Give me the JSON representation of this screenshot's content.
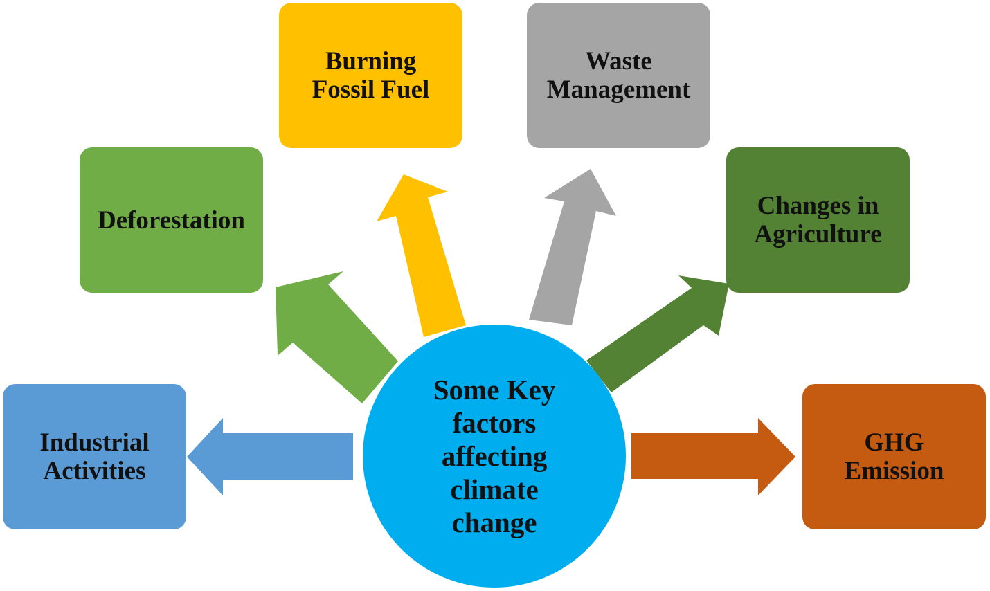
{
  "hub": {
    "lines": [
      "Some Key",
      "factors",
      "affecting",
      "climate",
      "change"
    ],
    "color": "#00AEEF"
  },
  "factors": [
    {
      "id": "industrial",
      "lines": [
        "Industrial",
        "Activities"
      ],
      "color": "#5B9BD5"
    },
    {
      "id": "deforestation",
      "lines": [
        "Deforestation"
      ],
      "color": "#70AD47"
    },
    {
      "id": "fossil",
      "lines": [
        "Burning",
        "Fossil Fuel"
      ],
      "color": "#FFC000"
    },
    {
      "id": "waste",
      "lines": [
        "Waste",
        "Management"
      ],
      "color": "#A5A5A5"
    },
    {
      "id": "agriculture",
      "lines": [
        "Changes in",
        "Agriculture"
      ],
      "color": "#548235"
    },
    {
      "id": "ghg",
      "lines": [
        "GHG",
        "Emission"
      ],
      "color": "#C55A11"
    }
  ]
}
